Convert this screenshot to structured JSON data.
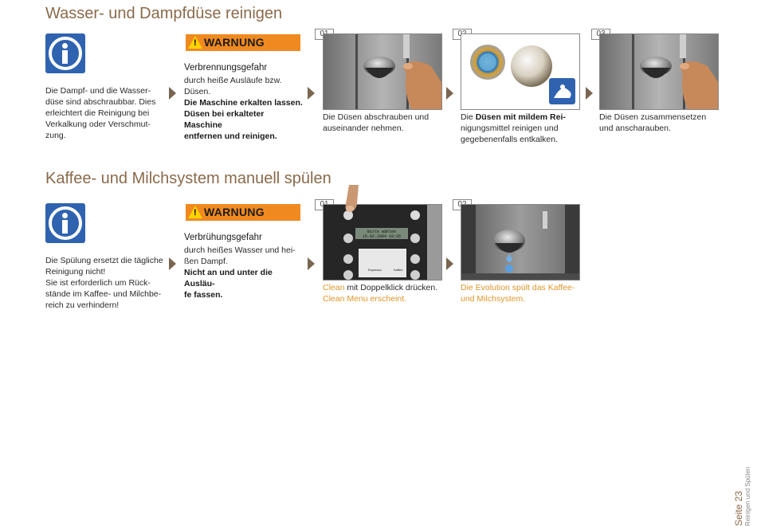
{
  "section1": {
    "title": "Wasser- und Dampfdüse reinigen",
    "info_text_lines": [
      "Die Dampf- und die Wasser-",
      "düse sind abschraubbar. Dies",
      "erleichtert die Reinigung bei",
      "Verkalkung oder Verschmut-",
      "zung."
    ],
    "warning": {
      "label": "WARNUNG",
      "title": "Verbrennungsgefahr",
      "lines": [
        "durch heiße Ausläufe bzw.",
        "Düsen."
      ],
      "bold_lines": [
        "Die Maschine erkalten lassen.",
        "Düsen bei erkalteter Maschine",
        "entfernen und reinigen."
      ]
    },
    "steps": [
      {
        "num": "01",
        "caption_lines": [
          "Die Düsen abschrauben und",
          "auseinander nehmen."
        ]
      },
      {
        "num": "02",
        "caption_pre": "Die ",
        "caption_bold": "Düsen mit mildem Rei-",
        "caption_lines": [
          "nigungsmittel reinigen und",
          "gegebenenfalls entkalken."
        ]
      },
      {
        "num": "03",
        "caption_lines": [
          "Die Düsen zusammensetzen",
          "und anscharauben."
        ]
      }
    ]
  },
  "section2": {
    "title": "Kaffee- und Milchsystem manuell spülen",
    "info_text_lines": [
      "Die Spülung ersetzt die tägliche",
      "Reinigung nicht!",
      "Sie ist erforderlich um Rück-",
      "stände im Kaffee- und Milchbe-",
      "reich zu verhindern!"
    ],
    "warning": {
      "label": "WARNUNG",
      "title": "Verbrühungsgefahr",
      "lines": [
        "durch heißes Wasser und hei-",
        "ßen Dampf."
      ],
      "bold_lines": [
        "Nicht an und unter die Ausläu-",
        "fe fassen."
      ]
    },
    "steps": [
      {
        "num": "01",
        "highlight": "Clean",
        "caption_rest": " mit Doppelklick drücken.",
        "caption_orange": "Clean Menu erscheint.",
        "display_line1": "Bitte wählen",
        "display_line2": "15.02.2004   10:35",
        "btn_left": "Espresso",
        "btn_right": "Kaffee"
      },
      {
        "num": "02",
        "caption_lines": [
          "Die Evolution spült das Kaffee-",
          "und Milchsystem."
        ]
      }
    ]
  },
  "footer": {
    "page": "Seite 23",
    "section": "Reinigen und Spülen"
  },
  "colors": {
    "title_brown": "#8a6a4a",
    "warning_orange": "#f08a20",
    "info_blue": "#2f63b0",
    "caption_orange": "#e0962a",
    "arrow": "#7a6650"
  }
}
